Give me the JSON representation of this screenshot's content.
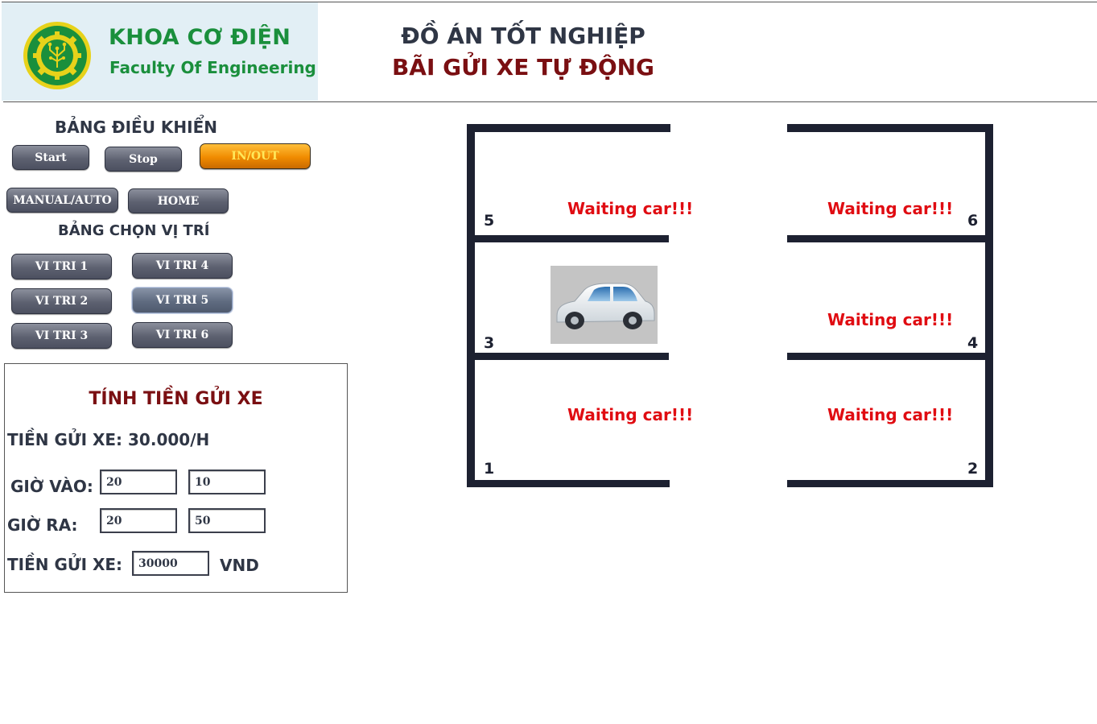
{
  "header": {
    "khoa": "KHOA CƠ ĐIỆN",
    "faculty": "Faculty Of Engineering",
    "title_line1": "ĐỒ ÁN TỐT NGHIỆP",
    "title_line2": "BÃI GỬI XE TỰ ĐỘNG"
  },
  "control_panel": {
    "label": "BẢNG ĐIỀU KHIỂN",
    "start": "Start",
    "stop": "Stop",
    "inout": "IN/OUT",
    "manual_auto": "MANUAL/AUTO",
    "home": "HOME"
  },
  "position_panel": {
    "label": "BẢNG CHỌN VỊ TRÍ",
    "buttons": [
      "VI TRI 1",
      "VI TRI 2",
      "VI TRI 3",
      "VI TRI 4",
      "VI TRI 5",
      "VI TRI 6"
    ],
    "selected": "VI TRI 5"
  },
  "fee_panel": {
    "title": "TÍNH TIỀN GỬI XE",
    "rate_label": "TIỀN GỬI XE: 30.000/H",
    "time_in_label": "GIỜ VÀO:",
    "time_in_hour": "20",
    "time_in_minute": "10",
    "time_out_label": "GIỜ RA:",
    "time_out_hour": "20",
    "time_out_minute": "50",
    "fee_label": "TIỀN GỬI XE:",
    "fee_value": "30000",
    "currency": "VND"
  },
  "parking": {
    "slots": [
      {
        "number": "1",
        "status": "Waiting car!!!"
      },
      {
        "number": "2",
        "status": "Waiting car!!!"
      },
      {
        "number": "3",
        "status": "occupied"
      },
      {
        "number": "4",
        "status": "Waiting car!!!"
      },
      {
        "number": "5",
        "status": "Waiting car!!!"
      },
      {
        "number": "6",
        "status": "Waiting car!!!"
      }
    ]
  },
  "colors": {
    "title_red": "#7a0f12",
    "brand_green": "#1a8f3c",
    "waiting_red": "#e00c12",
    "wall": "#1d2131",
    "inout_orange": "#f08b00"
  }
}
